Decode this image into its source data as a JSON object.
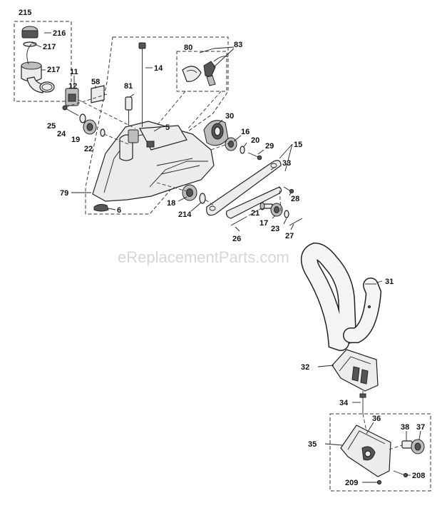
{
  "watermark": "eReplacementParts.com",
  "labels": [
    {
      "id": "215",
      "text": "215"
    },
    {
      "id": "216",
      "text": "216"
    },
    {
      "id": "217a",
      "text": "217"
    },
    {
      "id": "217b",
      "text": "217"
    },
    {
      "id": "11",
      "text": "11"
    },
    {
      "id": "12",
      "text": "12"
    },
    {
      "id": "58",
      "text": "58"
    },
    {
      "id": "25",
      "text": "25"
    },
    {
      "id": "24",
      "text": "24"
    },
    {
      "id": "19",
      "text": "19"
    },
    {
      "id": "22",
      "text": "22"
    },
    {
      "id": "81",
      "text": "81"
    },
    {
      "id": "14",
      "text": "14"
    },
    {
      "id": "80",
      "text": "80"
    },
    {
      "id": "83",
      "text": "83"
    },
    {
      "id": "5",
      "text": "5"
    },
    {
      "id": "30",
      "text": "30"
    },
    {
      "id": "16",
      "text": "16"
    },
    {
      "id": "20",
      "text": "20"
    },
    {
      "id": "29",
      "text": "29"
    },
    {
      "id": "15",
      "text": "15"
    },
    {
      "id": "33",
      "text": "33"
    },
    {
      "id": "79",
      "text": "79"
    },
    {
      "id": "6",
      "text": "6"
    },
    {
      "id": "18",
      "text": "18"
    },
    {
      "id": "214",
      "text": "214"
    },
    {
      "id": "28",
      "text": "28"
    },
    {
      "id": "21",
      "text": "21"
    },
    {
      "id": "17",
      "text": "17"
    },
    {
      "id": "23",
      "text": "23"
    },
    {
      "id": "26",
      "text": "26"
    },
    {
      "id": "27",
      "text": "27"
    },
    {
      "id": "31",
      "text": "31"
    },
    {
      "id": "32",
      "text": "32"
    },
    {
      "id": "34",
      "text": "34"
    },
    {
      "id": "36",
      "text": "36"
    },
    {
      "id": "38",
      "text": "38"
    },
    {
      "id": "37",
      "text": "37"
    },
    {
      "id": "35",
      "text": "35"
    },
    {
      "id": "209",
      "text": "209"
    },
    {
      "id": "208",
      "text": "208"
    }
  ]
}
